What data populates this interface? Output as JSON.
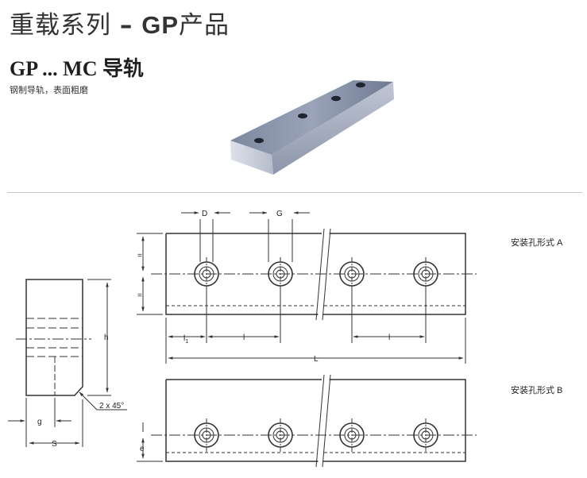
{
  "header": {
    "series_title": "重载系列",
    "series_dash": "–",
    "series_code": "GP",
    "series_suffix": "产品",
    "product_code": "GP ... MC",
    "product_name": "导轨",
    "subtitle": "钢制导轨，表面粗磨"
  },
  "drawing": {
    "pattern_a_label": "安装孔形式 A",
    "pattern_b_label": "安装孔形式 B",
    "dim_D": "D",
    "dim_G": "G",
    "dim_l1": "l",
    "dim_l1_sub": "1",
    "dim_l": "l",
    "dim_L": "L",
    "dim_h": "h",
    "dim_g": "g",
    "dim_S": "S",
    "dim_e": "e",
    "equal_mark": "=",
    "chamfer": "2 x 45°"
  },
  "colors": {
    "line": "#333333",
    "rail_top": "#8792a8",
    "rail_front": "#a5adc0"
  }
}
